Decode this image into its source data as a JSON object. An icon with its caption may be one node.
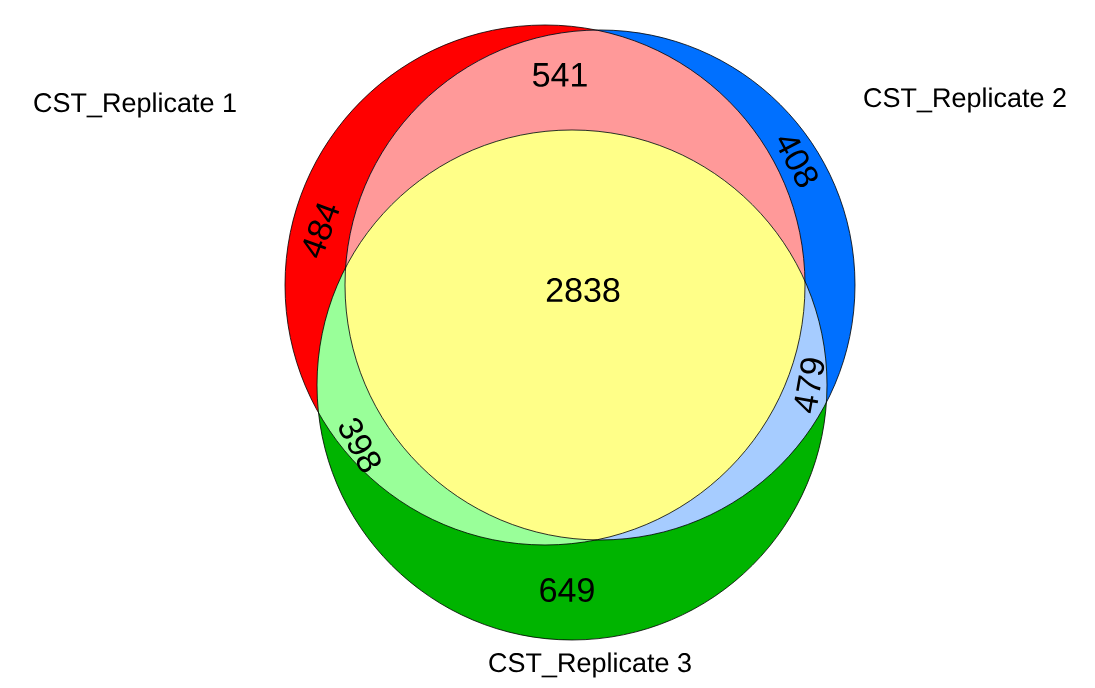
{
  "diagram": {
    "nodes": [
      {
        "text": [
          "CST_Replicate 1"
        ]
      },
      {
        "text": [
          "CST_Replicate 2"
        ]
      },
      {
        "text": [
          "CST_Replicate 3"
        ]
      }
    ],
    "labels": [
      "541",
      "408",
      "484",
      "2838",
      "479",
      "398",
      "649"
    ]
  }
}
